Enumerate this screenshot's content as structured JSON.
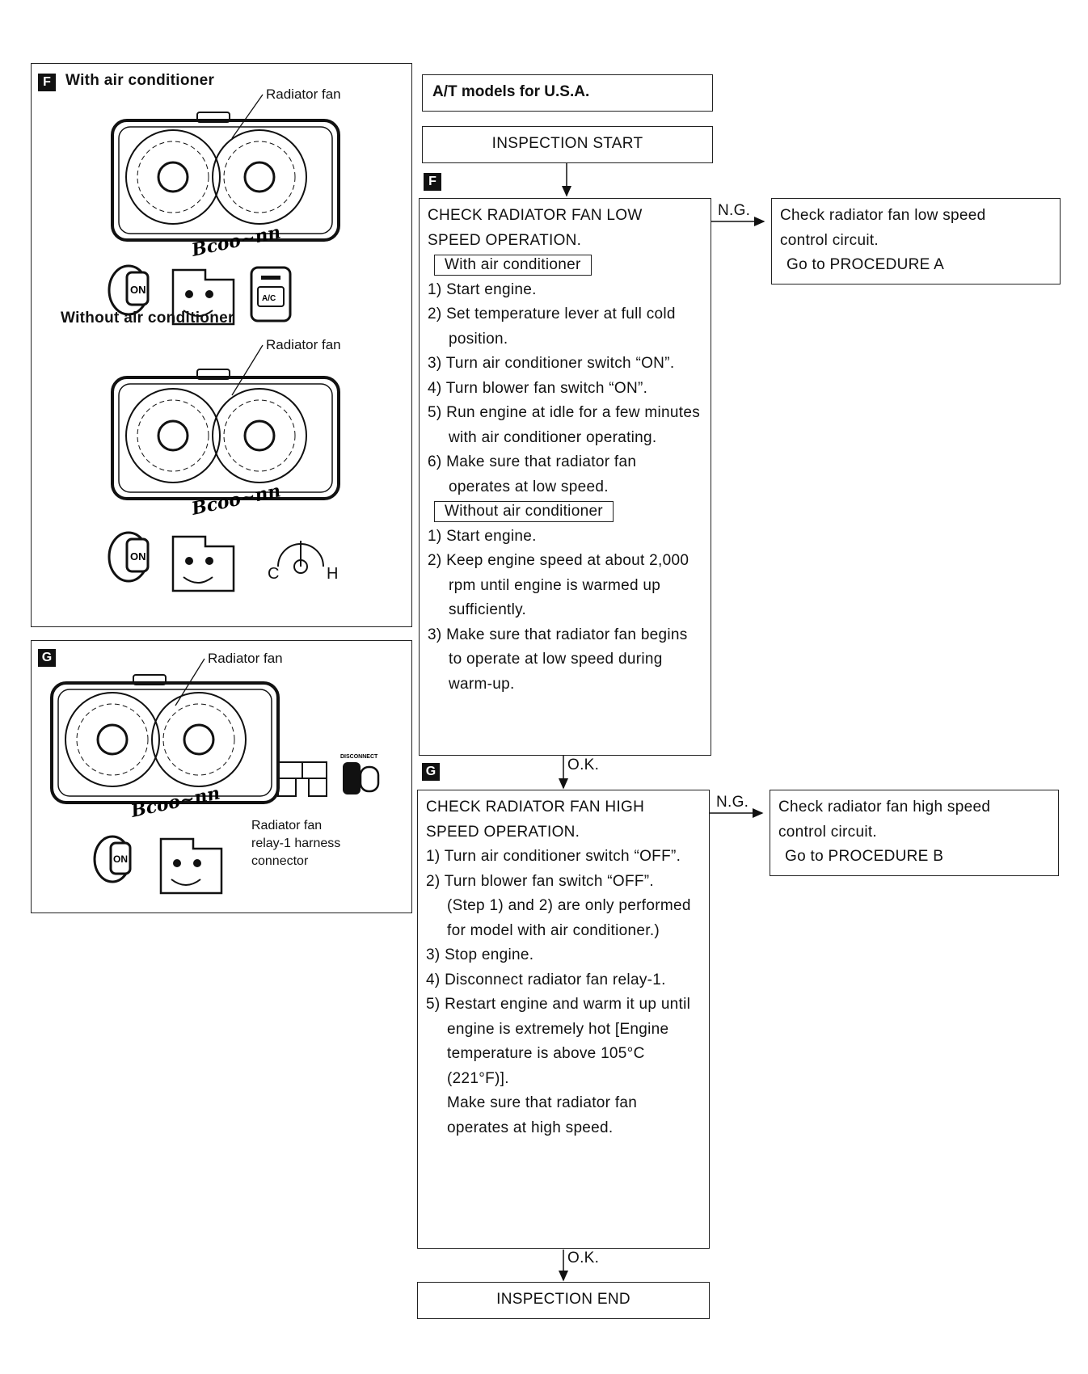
{
  "left_panels": {
    "panel_f": {
      "label": "F",
      "with_ac_title": "With air conditioner",
      "radiator_fan_1": "Radiator fan",
      "without_ac_title": "Without air conditioner",
      "radiator_fan_2": "Radiator fan",
      "ac_button": "A/C",
      "gauge_c": "C",
      "gauge_h": "H",
      "key_on": "ON"
    },
    "panel_g": {
      "label": "G",
      "radiator_fan": "Radiator fan",
      "relay_caption": [
        "Radiator fan",
        "relay-1 harness",
        "connector"
      ],
      "disconnect": "DISCONNECT",
      "key_on": "ON"
    }
  },
  "flow": {
    "header": "A/T models for U.S.A.",
    "start": "INSPECTION START",
    "label_f": "F",
    "label_g": "G",
    "step_low": {
      "title": [
        "CHECK RADIATOR FAN LOW",
        "SPEED OPERATION."
      ],
      "with_ac": "With air conditioner",
      "with_ac_steps": [
        "1) Start engine.",
        "2) Set temperature lever at full cold position.",
        "3) Turn air conditioner switch “ON”.",
        "4) Turn blower fan switch “ON”.",
        "5) Run engine at idle for a few minutes with air conditioner operating.",
        "6) Make sure that radiator fan operates at low speed."
      ],
      "without_ac": "Without air conditioner",
      "without_ac_steps": [
        "1) Start engine.",
        "2) Keep engine speed at about 2,000 rpm until engine is warmed up sufficiently.",
        "3) Make sure that radiator fan begins to operate at low speed during warm-up."
      ]
    },
    "ng_low": "N.G.",
    "result_low": [
      "Check radiator fan low speed",
      "control circuit.",
      "Go to   PROCEDURE A"
    ],
    "ok_1": "O.K.",
    "step_high": {
      "title": [
        "CHECK RADIATOR FAN HIGH",
        "SPEED OPERATION."
      ],
      "steps": [
        "1) Turn air conditioner switch “OFF”.",
        "2) Turn blower fan switch “OFF”.",
        "(Step 1) and 2) are only performed for model with air conditioner.)",
        "3) Stop engine.",
        "4) Disconnect radiator fan relay-1.",
        "5) Restart engine and warm it up until engine is extremely hot [Engine temperature is above 105°C (221°F)].",
        "Make sure that radiator fan operates at high speed."
      ]
    },
    "ng_high": "N.G.",
    "result_high": [
      "Check radiator fan high speed",
      "control circuit.",
      "Go to   PROCEDURE B"
    ],
    "ok_2": "O.K.",
    "end": "INSPECTION END"
  }
}
